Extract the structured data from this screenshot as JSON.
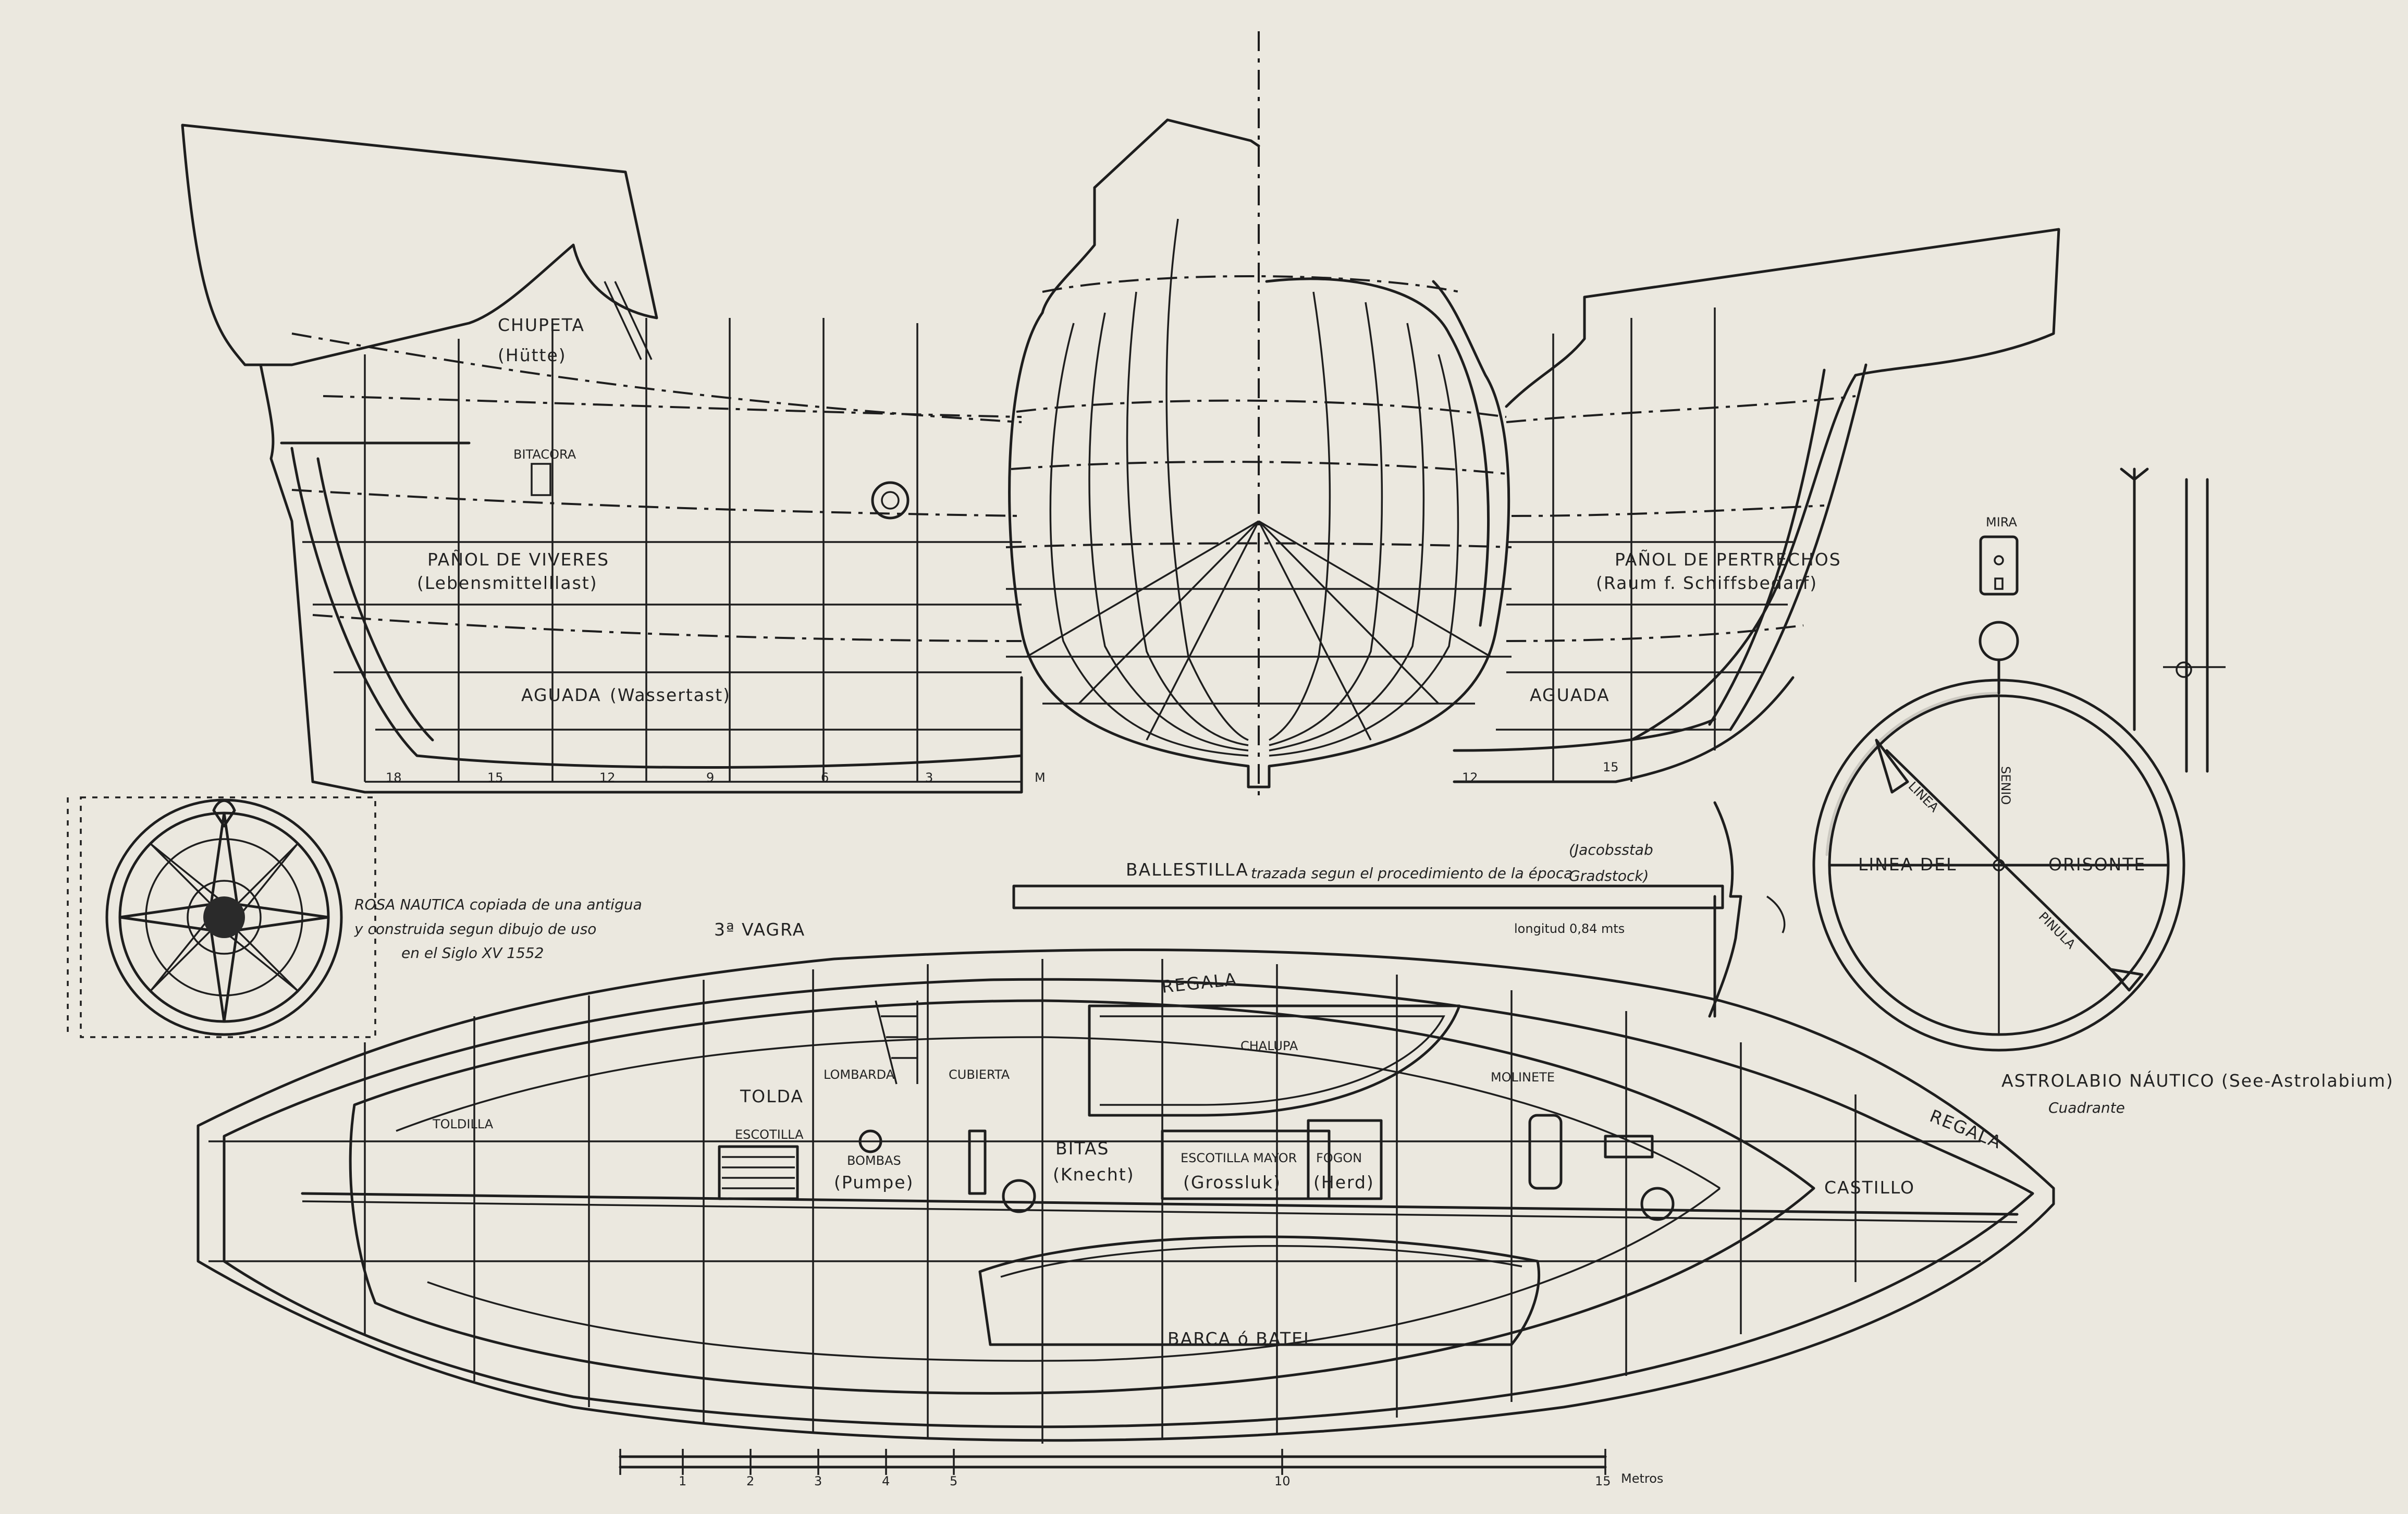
{
  "labels": {
    "chupeta": "CHUPETA",
    "chupeta_de": "(Hütte)",
    "bitacora": "BITACORA",
    "panol_viveres": "PAÑOL DE VIVERES",
    "panol_viveres_de": "(Lebensmittelllast)",
    "aguada_left": "AGUADA",
    "aguada_left_de": "(Wassertast)",
    "aguada_right": "AGUADA",
    "panol_pertrechos": "PAÑOL DE PERTRECHOS",
    "panol_pertrechos_de": "(Raum f. Schiffsbedarf)",
    "mira": "MIRA",
    "rosa_line1": "ROSA NAUTICA copiada de una antigua",
    "rosa_line2": "y construida segun dibujo de uso",
    "rosa_line3": "en el Siglo XV 1552",
    "ballestilla": "BALLESTILLA",
    "ballestilla_note": "trazada segun el procedimiento de la época",
    "ballestilla_de": "(Jacobsstab",
    "ballestilla_de2": "Gradstock)",
    "ballestilla_length": "longitud 0,84 mts",
    "vagra": "3ª VAGRA",
    "regala_top": "REGALA",
    "regala_right": "REGALA",
    "chalupa": "CHALUPA",
    "molinete": "MOLINETE",
    "lombarda": "LOMBARDA",
    "cubierta": "CUBIERTA",
    "toldilla": "TOLDILLA",
    "tolda": "TOLDA",
    "escotilla": "ESCOTILLA",
    "bombas": "BOMBAS",
    "bombas_de": "(Pumpe)",
    "bitas": "BITAS",
    "bitas_de": "(Knecht)",
    "escotilla_mayor": "ESCOTILLA MAYOR",
    "escotilla_mayor_de": "(Grossluk)",
    "fogon": "FOGON",
    "fogon_de": "(Herd)",
    "castillo": "CASTILLO",
    "barca": "BARCA ó BATEL",
    "astrolabio": "ASTROLABIO NÁUTICO (See-Astrolabium)",
    "cuadrante": "Cuadrante",
    "linea_del": "LINEA DEL",
    "orisonte": "ORISONTE",
    "senio": "SENIO",
    "linea": "LINEA",
    "pinula": "PINULA"
  },
  "frame_numbers_profile": [
    "18",
    "15",
    "12",
    "9",
    "6",
    "3",
    "M"
  ],
  "frame_numbers_profile_right": [
    "12",
    "15"
  ],
  "scale_numbers": [
    "1",
    "2",
    "3",
    "4",
    "5",
    "10",
    "15"
  ],
  "scale_unit": "Metros",
  "colors": {
    "paper": "#ebe8df",
    "ink": "#1e1e1e"
  }
}
